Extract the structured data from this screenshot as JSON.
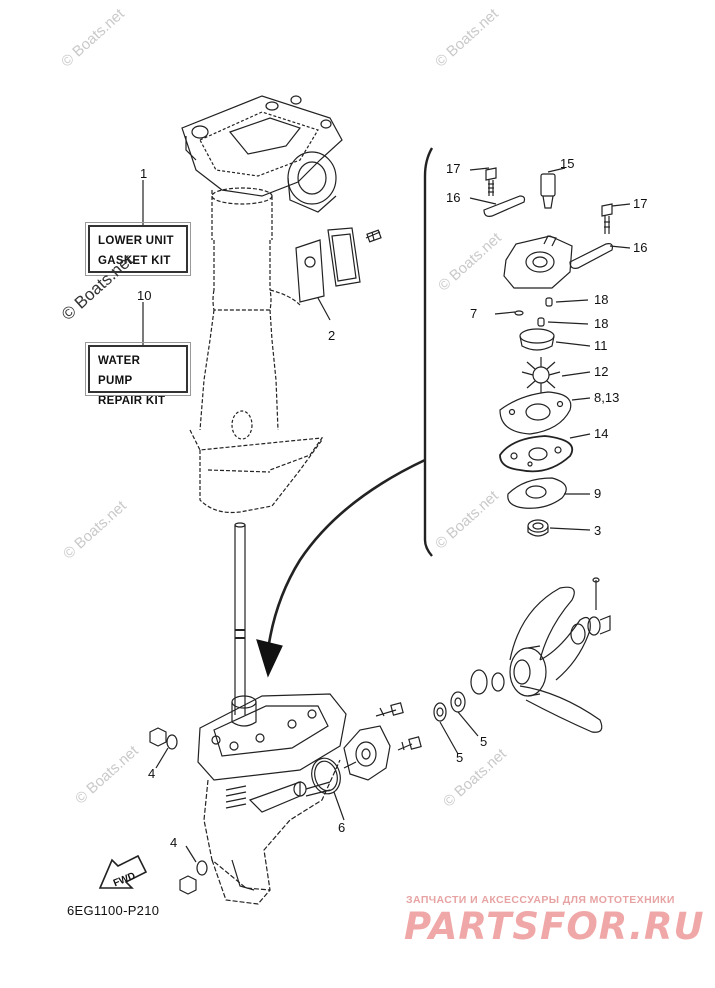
{
  "kits": {
    "lower_unit": {
      "line1": "LOWER UNIT",
      "line2": "GASKET KIT"
    },
    "water_pump": {
      "line1": "WATER PUMP",
      "line2": "REPAIR KIT"
    }
  },
  "callouts": {
    "c1": "1",
    "c10": "10",
    "c2": "2",
    "c17a": "17",
    "c15": "15",
    "c16a": "16",
    "c17b": "17",
    "c16b": "16",
    "c7": "7",
    "c18a": "18",
    "c18b": "18",
    "c11": "11",
    "c12": "12",
    "c8_13": "8,13",
    "c14": "14",
    "c9": "9",
    "c3": "3",
    "c4a": "4",
    "c4b": "4",
    "c5a": "5",
    "c5b": "5",
    "c6": "6"
  },
  "fwd_label": "FWD",
  "diagram_code": "6EG1100-P210",
  "watermarks": {
    "boats": "© Boats.net"
  },
  "brand": {
    "subtitle": "ЗАПЧАСТИ И АКСЕССУАРЫ ДЛЯ МОТОТЕХНИКИ",
    "name": "PARTSFOR.RU"
  },
  "colors": {
    "ink": "#111111",
    "watermark": "#c9c9c9",
    "brand": "#f0a7a7"
  }
}
